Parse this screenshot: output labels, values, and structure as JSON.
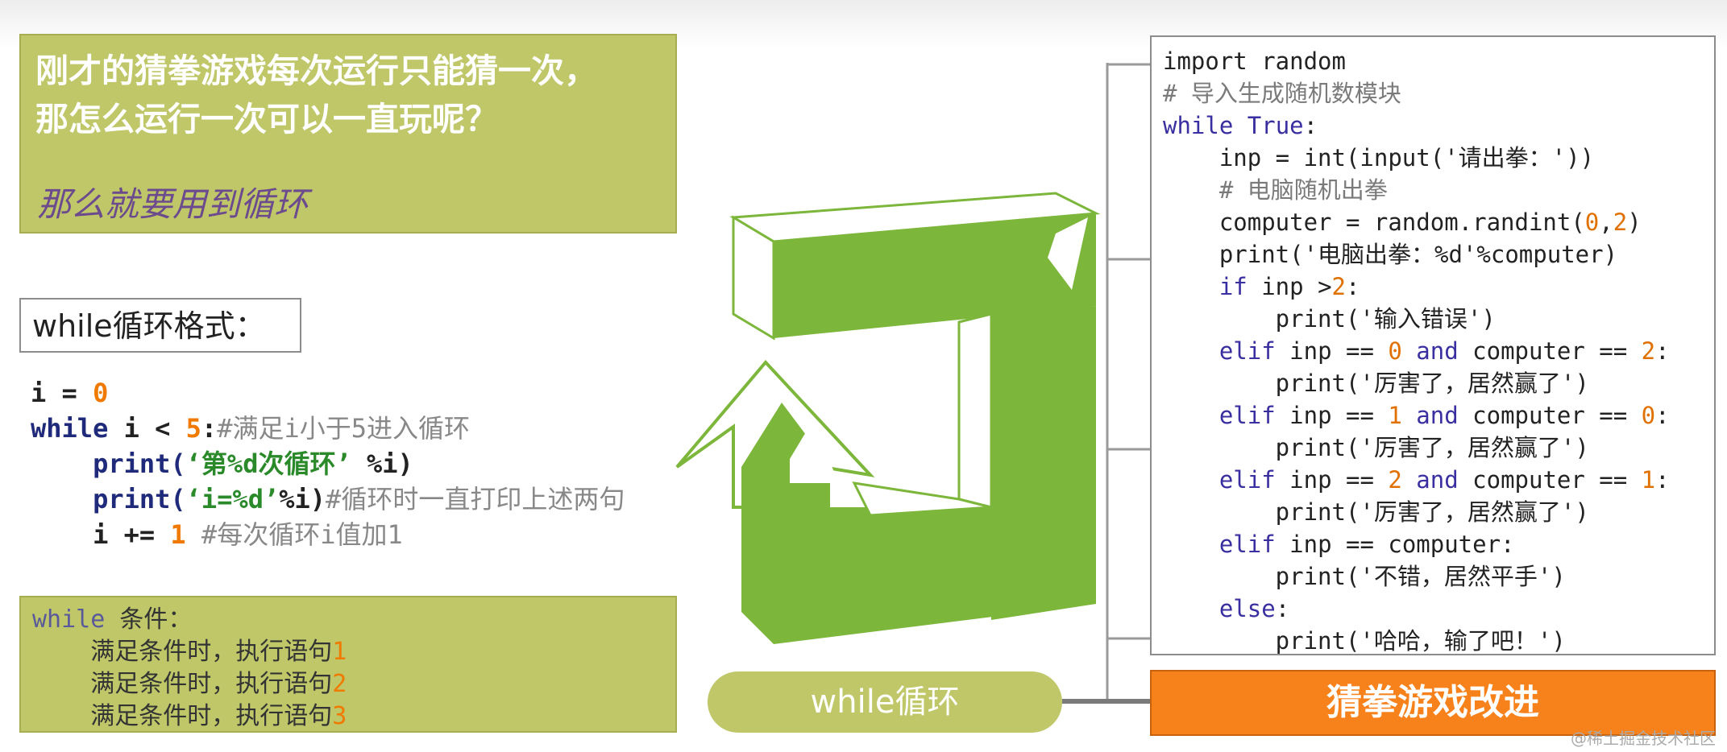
{
  "intro": {
    "question": "刚才的猜拳游戏每次运行只能猜一次，\n那怎么运行一次可以一直玩呢？",
    "answer": "那么就要用到循环"
  },
  "format_title": "while循环格式：",
  "left_code": {
    "line1_var": "i",
    "line1_eq": " = ",
    "line1_num": "0",
    "line2_kw": "while",
    "line2_a": " i < ",
    "line2_num": "5",
    "line2_colon": ":",
    "line2_comment": "#满足i小于5进入循环",
    "line3_fn": "    print(",
    "line3_str": "‘第%d次循环’",
    "line3_rest": " %i)",
    "line4_fn": "    print(",
    "line4_str": "‘i=%d’",
    "line4_rest": "%i)",
    "line4_comment": "#循环时一直打印上述两句",
    "line5_a": "    i += ",
    "line5_num": "1",
    "line5_comment": " #每次循环i值加1"
  },
  "syntax_box": {
    "kw": "while",
    "cond": " 条件：",
    "stmt": "满足条件时，执行语句",
    "n1": "1",
    "n2": "2",
    "n3": "3"
  },
  "right_code": {
    "l1": "import random",
    "l2": "# 导入生成随机数模块",
    "l3a": "while",
    "l3b": " True",
    "l3c": ":",
    "l4": "    inp = int(input('请出拳：'))",
    "l5": "    # 电脑随机出拳",
    "l6a": "    computer = random.randint(",
    "l6b": "0",
    "l6c": ",",
    "l6d": "2",
    "l6e": ")",
    "l7": "    print('电脑出拳：%d'%computer)",
    "l8a": "    if",
    "l8b": " inp >",
    "l8c": "2",
    "l8d": ":",
    "l9": "        print('输入错误')",
    "l10a": "    elif",
    "l10b": " inp == ",
    "l10c": "0",
    "l10d": " and",
    "l10e": " computer == ",
    "l10f": "2",
    "l10g": ":",
    "l11": "        print('厉害了，居然赢了')",
    "l12a": "    elif",
    "l12b": " inp == ",
    "l12c": "1",
    "l12d": " and",
    "l12e": " computer == ",
    "l12f": "0",
    "l12g": ":",
    "l13": "        print('厉害了，居然赢了')",
    "l14a": "    elif",
    "l14b": " inp == ",
    "l14c": "2",
    "l14d": " and",
    "l14e": " computer == ",
    "l14f": "1",
    "l14g": ":",
    "l15": "        print('厉害了，居然赢了')",
    "l16a": "    elif",
    "l16b": " inp == computer:",
    "l17": "        print('不错，居然平手')",
    "l18a": "    else",
    "l18b": ":",
    "l19": "        print('哈哈，输了吧！')"
  },
  "banner": "猜拳游戏改进",
  "pill": "while循环",
  "watermark": "@稀土掘金技术社区",
  "colors": {
    "olive": "#bfc769",
    "orange": "#f7821b",
    "arrow_green": "#7cb63a"
  }
}
